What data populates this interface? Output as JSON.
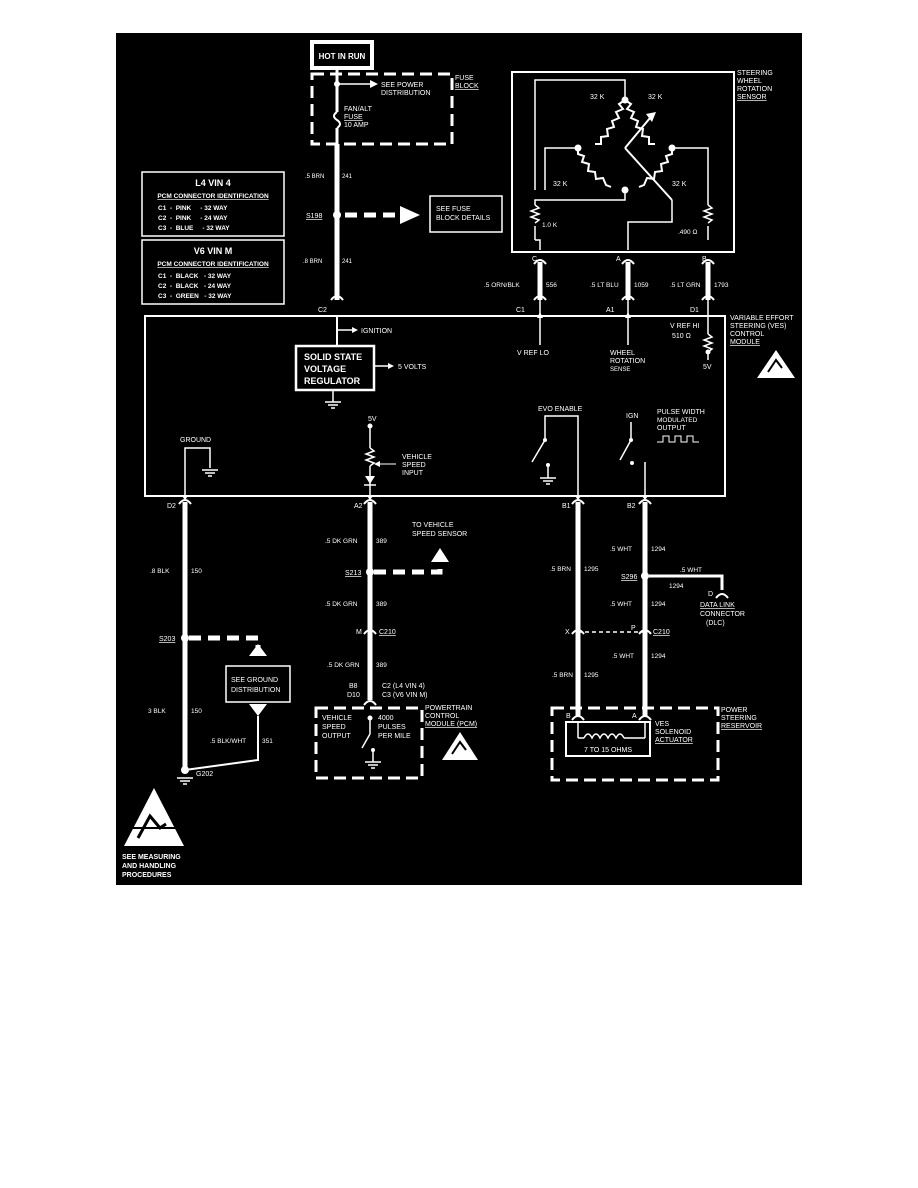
{
  "diagram": {
    "hot_in_run": "HOT IN RUN",
    "fuse_block": {
      "title_line1": "FUSE",
      "title_line2": "BLOCK",
      "see_power_line1": "SEE POWER",
      "see_power_line2": "DISTRIBUTION",
      "fuse_line1": "FAN/ALT",
      "fuse_line2": "FUSE",
      "fuse_line3": "10 AMP"
    },
    "power_wire": {
      "upper_label": ".5 BRN",
      "upper_circuit": "241",
      "splice": "S198",
      "lower_label": ".8 BRN",
      "lower_circuit": "241",
      "connector": "C2"
    },
    "see_fuse_details_line1": "SEE FUSE",
    "see_fuse_details_line2": "BLOCK DETAILS",
    "l4_table": {
      "title": "L4 VIN 4",
      "subtitle": "PCM CONNECTOR IDENTIFICATION",
      "rows": [
        "C1  -  PINK     - 32 WAY",
        "C2  -  PINK     - 24 WAY",
        "C3  -  BLUE     - 32 WAY"
      ]
    },
    "v6_table": {
      "title": "V6 VIN M",
      "subtitle": "PCM CONNECTOR IDENTIFICATION",
      "rows": [
        "C1  -  BLACK   - 32 WAY",
        "C2  -  BLACK   - 24 WAY",
        "C3  -  GREEN   - 32 WAY"
      ]
    },
    "sensor": {
      "title_line1": "STEERING",
      "title_line2": "WHEEL",
      "title_line3": "ROTATION",
      "title_line4": "SENSOR",
      "r1": "32 K",
      "r2": "32 K",
      "r3": "32 K",
      "r4": "32 K",
      "r_left": "1.0 K",
      "r_right": ".490 Ω",
      "pin_c": "C",
      "pin_a": "A",
      "pin_b": "B"
    },
    "sensor_wires": {
      "w1_label": ".5 ORN/BLK",
      "w1_circuit": "556",
      "w2_label": ".5 LT BLU",
      "w2_circuit": "1059",
      "w3_label": ".5 LT GRN",
      "w3_circuit": "1793",
      "pin_c1": "C1",
      "pin_a1": "A1",
      "pin_d1": "D1"
    },
    "module": {
      "title_line1": "VARIABLE EFFORT",
      "title_line2": "STEERING (VES)",
      "title_line3": "CONTROL",
      "title_line4": "MODULE",
      "ignition": "IGNITION",
      "regulator_line1": "SOLID STATE",
      "regulator_line2": "VOLTAGE",
      "regulator_line3": "REGULATOR",
      "five_volts": "5 VOLTS",
      "vref_lo": "V REF LO",
      "wheel_line1": "WHEEL",
      "wheel_line2": "ROTATION",
      "wheel_line3": "SENSE",
      "vref_hi": "V REF HI",
      "r510": "510 Ω",
      "five_v_a": "5V",
      "five_v_b": "5V",
      "ground": "GROUND",
      "vehicle_line1": "VEHICLE",
      "vehicle_line2": "SPEED",
      "vehicle_line3": "INPUT",
      "evo": "EVO ENABLE",
      "ign": "IGN",
      "pwm_line1": "PULSE WIDTH",
      "pwm_line2": "MODULATED",
      "pwm_line3": "OUTPUT",
      "pin_d2": "D2",
      "pin_a2": "A2",
      "pin_b1": "B1",
      "pin_b2": "B2"
    },
    "ground_branch": {
      "w_label": ".8 BLK",
      "w_circuit": "150",
      "splice": "S203",
      "see_ground_line1": "SEE GROUND",
      "see_ground_line2": "DISTRIBUTION",
      "w2_label": "3 BLK",
      "w2_circuit": "150",
      "w3_label": ".5 BLK/WHT",
      "w3_circuit": "351",
      "ground_pt": "G202"
    },
    "speed_branch": {
      "w1_label": ".5 DK GRN",
      "w1_circuit": "389",
      "vss_line1": "TO VEHICLE",
      "vss_line2": "SPEED SENSOR",
      "splice": "S213",
      "w2_label": ".5 DK GRN",
      "w2_circuit": "389",
      "conn_pin": "M",
      "conn": "C210",
      "w3_label": ".5 DK GRN",
      "w3_circuit": "389",
      "pcm_pin1": "B8",
      "pcm_pin2": "D10",
      "pcm_conn1": "C2 (L4 VIN 4)",
      "pcm_conn2": "C3 (V6 VIN M)"
    },
    "pcm": {
      "title_line1": "POWERTRAIN",
      "title_line2": "CONTROL",
      "title_line3": "MODULE (PCM)",
      "out_line1": "VEHICLE",
      "out_line2": "SPEED",
      "out_line3": "OUTPUT",
      "pulses_line1": "4000",
      "pulses_line2": "PULSES",
      "pulses_line3": "PER MILE"
    },
    "actuator_branch": {
      "w1_label": ".5 BRN",
      "w1_circuit": "1295",
      "w2_label": ".5 WHT",
      "w2_circuit": "1294",
      "splice": "S296",
      "w_dlc_label": ".5 WHT",
      "w_dlc_circuit": "1294",
      "dlc_pin": "D",
      "dlc_line1": "DATA LINK",
      "dlc_line2": "CONNECTOR",
      "dlc_line3": "(DLC)",
      "w3_label": ".5 WHT",
      "w3_circuit": "1294",
      "pin_x": "X",
      "pin_p": "P",
      "conn": "C210",
      "w4_label": ".5 BRN",
      "w4_circuit": "1295",
      "w5_label": ".5 WHT",
      "w5_circuit": "1294"
    },
    "reservoir": {
      "title_line1": "POWER",
      "title_line2": "STEERING",
      "title_line3": "RESERVOIR",
      "pin_b": "B",
      "pin_a": "A",
      "act_line1": "VES",
      "act_line2": "SOLENOID",
      "act_line3": "ACTUATOR",
      "ohms": "7 TO 15 OHMS"
    },
    "esd": {
      "line1": "SEE MEASURING",
      "line2": "AND HANDLING",
      "line3": "PROCEDURES"
    }
  }
}
